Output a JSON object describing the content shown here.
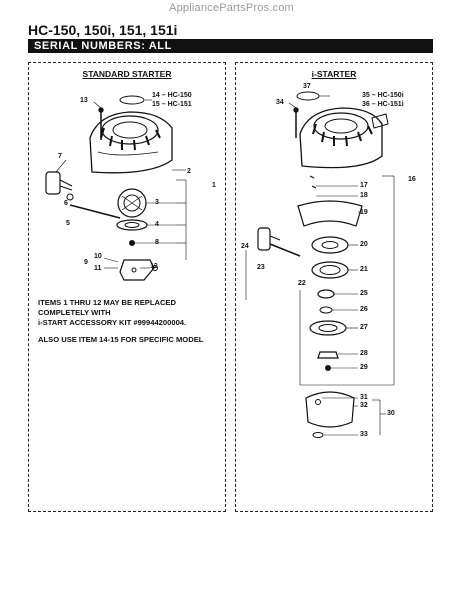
{
  "watermark": "AppliancePartsPros.com",
  "model_heading": "HC-150, 150i, 151, 151i",
  "serial_bar": "SERIAL NUMBERS: ALL",
  "standard_starter": {
    "title": "STANDARD STARTER",
    "callouts": {
      "c14": "14 – HC-150",
      "c15": "15 – HC-151",
      "n13": "13",
      "n7": "7",
      "n6": "6",
      "n5": "5",
      "n2": "2",
      "n1": "1",
      "n3": "3",
      "n4": "4",
      "n8": "8",
      "n10": "10",
      "n9": "9",
      "n11": "11",
      "n12": "12"
    },
    "note_lines": [
      "ITEMS 1 THRU 12 MAY BE REPLACED",
      "COMPLETELY WITH",
      "i-START ACCESSORY KIT #99944200004."
    ],
    "note2": "ALSO USE ITEM 14-15  FOR SPECIFIC MODEL"
  },
  "i_starter": {
    "title": "i-STARTER",
    "callouts": {
      "n37": "37",
      "c35": "35 – HC-150i",
      "c36": "36 – HC-151i",
      "n34": "34",
      "n16": "16",
      "n17": "17",
      "n18": "18",
      "n19": "19",
      "n24": "24",
      "n23": "23",
      "n20": "20",
      "n21": "21",
      "n22": "22",
      "n25": "25",
      "n26": "26",
      "n27": "27",
      "n28": "28",
      "n29": "29",
      "n31": "31",
      "n32": "32",
      "n30": "30",
      "n33": "33"
    }
  }
}
